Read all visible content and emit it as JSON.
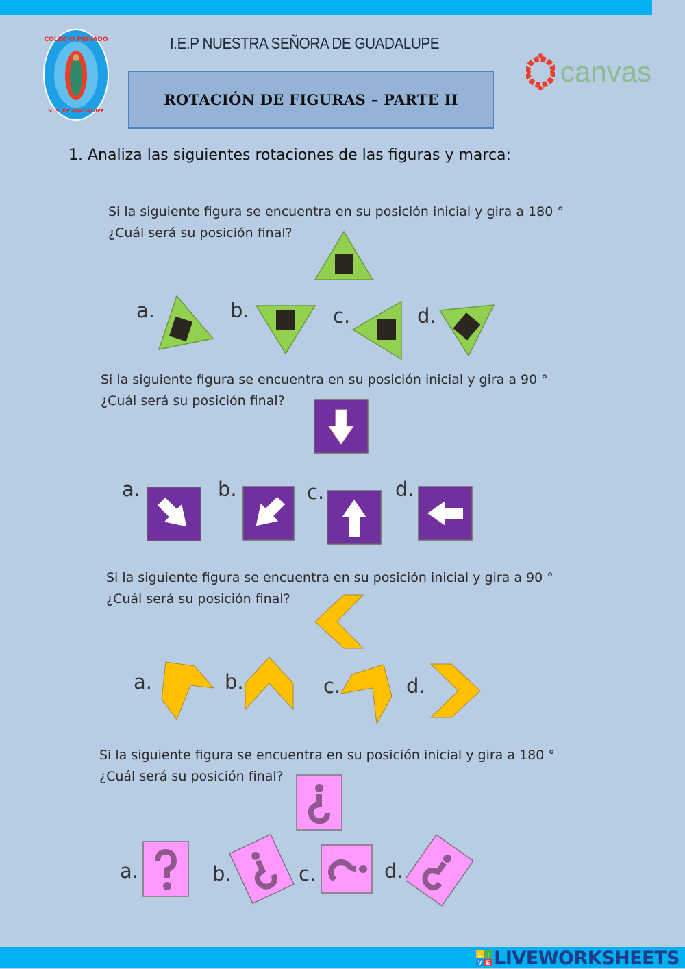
{
  "header": {
    "school_name": "I.E.P NUESTRA SEÑORA DE GUADALUPE",
    "title": "ROTACIÓN DE FIGURAS – PARTE II",
    "school_logo": "colegio-privado-seal",
    "partner_logo_text": "canvas"
  },
  "instruction": "1.  Analiza las siguientes rotaciones de las figuras y marca:",
  "questions": [
    {
      "line1": "Si la siguiente figura se encuentra en su posición inicial y gira a 180 °",
      "line2": "¿Cuál será su posición final?",
      "figure": "green-triangle-with-black-square",
      "options": [
        "a.",
        "b.",
        "c.",
        "d."
      ]
    },
    {
      "line1": "Si la siguiente figura se encuentra en su posición inicial y gira a 90 °",
      "line2": "¿Cuál será su posición final?",
      "figure": "purple-square-with-down-arrow",
      "options": [
        "a.",
        "b.",
        "c.",
        "d."
      ]
    },
    {
      "line1": "Si la siguiente figura se encuentra en su posición inicial y gira a 90 °",
      "line2": "¿Cuál será su posición final?",
      "figure": "yellow-chevron-left",
      "options": [
        "a.",
        "b.",
        "c.",
        "d."
      ]
    },
    {
      "line1": "Si la siguiente figura se encuentra en su posición inicial y gira a 180 °",
      "line2": "¿Cuál será su posición final?",
      "figure": "pink-card-inverted-question-mark",
      "options": [
        "a.",
        "b.",
        "c.",
        "d."
      ]
    }
  ],
  "footer": {
    "brand": "LIVEWORKSHEETS",
    "icon_letters": [
      "L",
      "I",
      "V",
      "E"
    ]
  },
  "colors": {
    "background": "#b8cce4",
    "bar": "#00b0f0",
    "title_box": "#95b3d7",
    "triangle": "#92d050",
    "purple": "#7030a0",
    "chevron": "#ffc000",
    "pink": "#ff99ff",
    "mauve": "#8e5a8e"
  }
}
